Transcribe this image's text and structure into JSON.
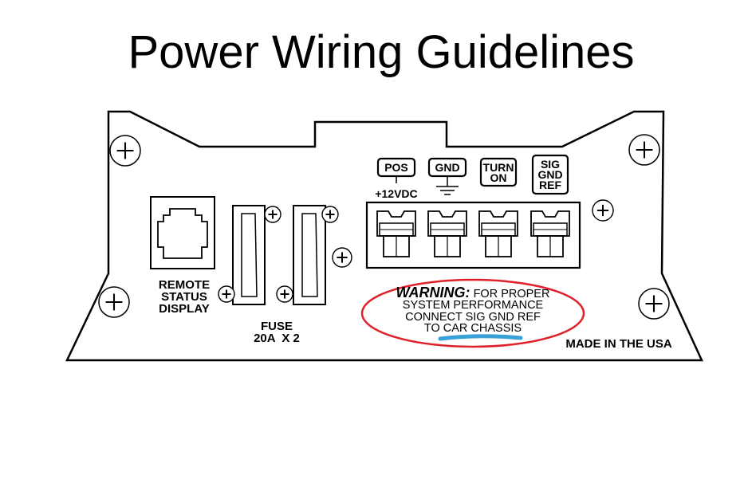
{
  "title": "Power Wiring Guidelines",
  "remote_label": [
    "REMOTE",
    "STATUS",
    "DISPLAY"
  ],
  "fuse_label": [
    "FUSE",
    "20A  X 2"
  ],
  "terminals": [
    {
      "label": [
        "POS"
      ],
      "sublabel": "+12VDC",
      "symbol": "none"
    },
    {
      "label": [
        "GND"
      ],
      "sublabel": "",
      "symbol": "ground"
    },
    {
      "label": [
        "TURN",
        "ON"
      ],
      "sublabel": "",
      "symbol": "none"
    },
    {
      "label": [
        "SIG",
        "GND",
        "REF"
      ],
      "sublabel": "",
      "symbol": "none"
    }
  ],
  "warning": {
    "heading": "WARNING:",
    "first_line_rest": " FOR PROPER",
    "lines": [
      "SYSTEM PERFORMANCE",
      "CONNECT SIG GND REF",
      "TO CAR CHASSIS"
    ],
    "circle_color": "#e0202a",
    "underline_color": "#3aa0d8"
  },
  "made_in": "MADE IN THE USA"
}
